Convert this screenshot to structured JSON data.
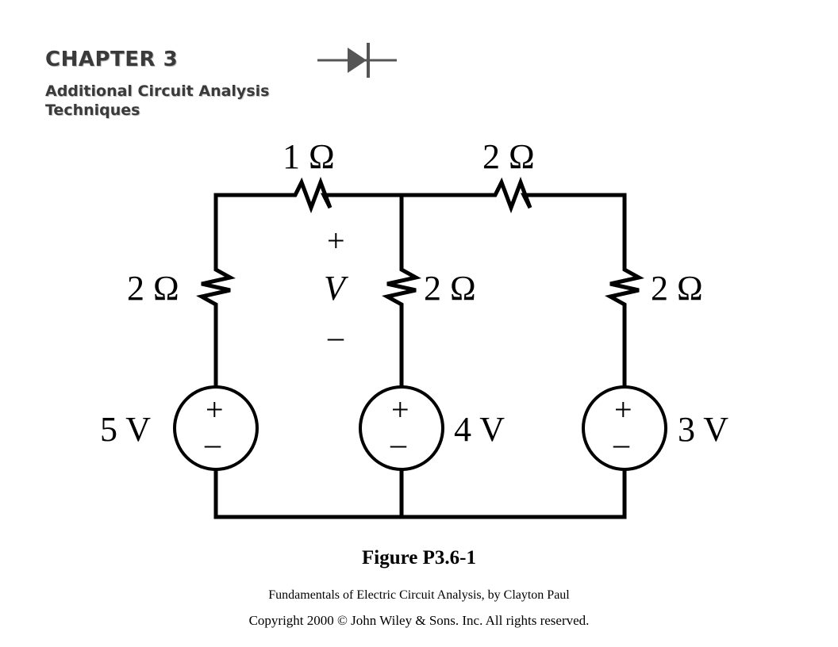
{
  "banner": {
    "chapter": "CHAPTER 3",
    "subtitle_line1": "Additional Circuit Analysis",
    "subtitle_line2": "Techniques"
  },
  "circuit": {
    "resistors": {
      "top_left": "1 Ω",
      "top_right": "2 Ω",
      "left_branch": "2 Ω",
      "middle_branch": "2 Ω",
      "right_branch": "2 Ω"
    },
    "voltage_measure": {
      "plus": "+",
      "label": "V",
      "minus": "–"
    },
    "sources": {
      "left": "5 V",
      "middle": "4 V",
      "right": "3 V",
      "plus": "+",
      "minus": "–"
    }
  },
  "figure": {
    "title": "Figure P3.6-1",
    "credit": "Fundamentals of Electric Circuit Analysis, by Clayton Paul",
    "copyright": "Copyright 2000 © John Wiley & Sons. Inc. All rights reserved."
  }
}
